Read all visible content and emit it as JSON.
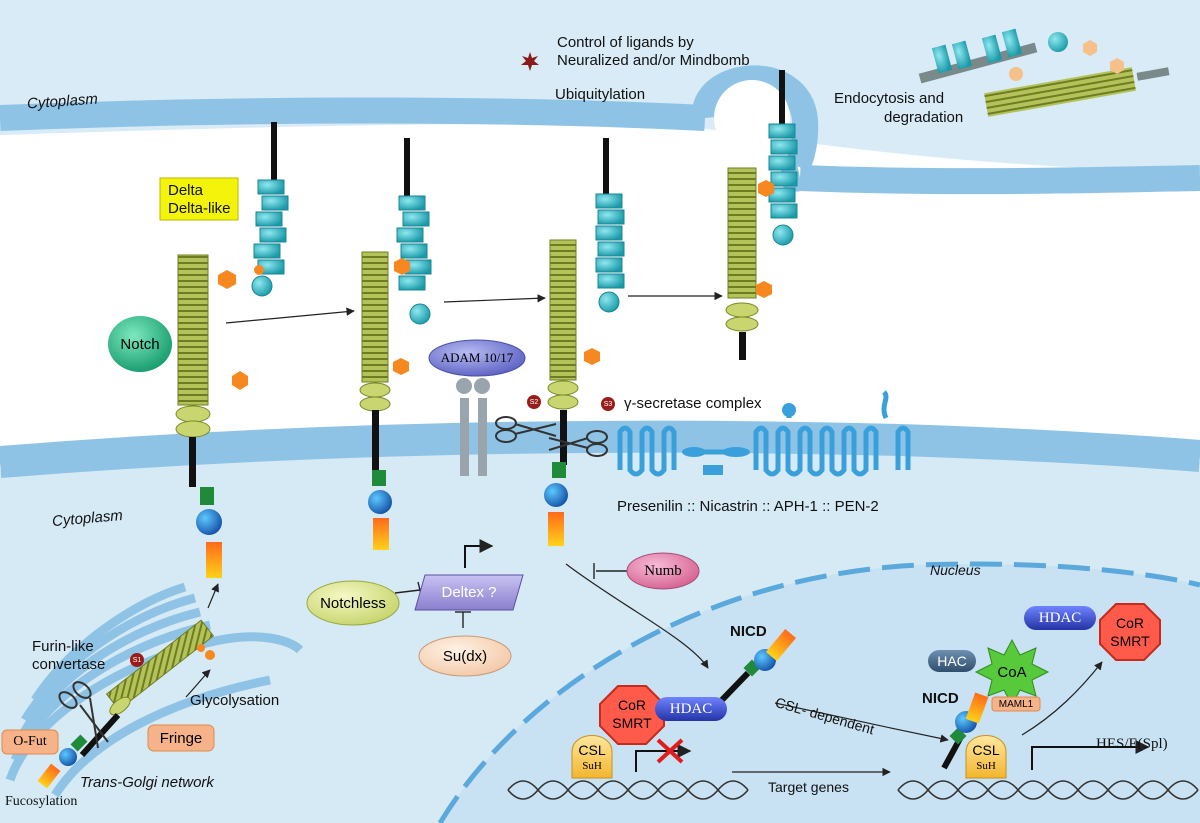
{
  "compartments": {
    "cytoplasm_top": "Cytoplasm",
    "cytoplasm_bottom": "Cytoplasm",
    "nucleus": "Nucleus",
    "trans_golgi": "Trans-Golgi network"
  },
  "ligand": {
    "delta": "Delta",
    "delta_like": "Delta-like"
  },
  "receptor": {
    "notch": "Notch"
  },
  "top_labels": {
    "control_line1": "Control of ligands by",
    "control_line2": "Neuralized and/or Mindbomb",
    "ubiquitylation": "Ubiquitylation",
    "endocytosis_line1": "Endocytosis and",
    "endocytosis_line2": "degradation"
  },
  "cleavage": {
    "adam": "ADAM 10/17",
    "s1": "S1",
    "s2": "S2",
    "s3": "S3",
    "gamma_secretase": "γ-secretase complex",
    "complex_parts": "Presenilin :: Nicastrin :: APH-1 :: PEN-2"
  },
  "golgi": {
    "furin_line1": "Furin-like",
    "furin_line2": "convertase",
    "glycolysation": "Glycolysation",
    "fringe": "Fringe",
    "ofut": "O-Fut",
    "fucosylation": "Fucosylation"
  },
  "regulators": {
    "notchless": "Notchless",
    "deltex": "Deltex ?",
    "sudx": "Su(dx)",
    "numb": "Numb"
  },
  "nuclear": {
    "nicd": "NICD",
    "nicd2": "NICD",
    "cor_line1": "CoR",
    "cor_line2": "SMRT",
    "cor2_line1": "CoR",
    "cor2_line2": "SMRT",
    "hdac": "HDAC",
    "hdac2": "HDAC",
    "hac": "HAC",
    "coa": "CoA",
    "maml1": "MAML1",
    "csl": "CSL",
    "suh": "SuH",
    "csl2": "CSL",
    "suh2": "SuH",
    "csl_dependent": "CSL- dependent",
    "target_genes": "Target genes",
    "hes": "HES/E(Spl)"
  },
  "colors": {
    "background_blue": "#d8ebf6",
    "membrane_blue": "#8fc3e6",
    "notch_olive": "#a3b14a",
    "ligand_teal": "#2fb6c4",
    "orange_glyco": "#f6881f",
    "delta_yellow": "#f4f40a",
    "notch_green": "#2fbf8c",
    "adam_purple": "#7d83d8",
    "hdac_blue": "#3f4fd0",
    "cor_red": "#ff5a4a",
    "csl_yellow": "#f7c54a",
    "coa_green": "#57c93a",
    "numb_pink": "#e37fb0",
    "secretase_blue": "#3aa0dc"
  }
}
